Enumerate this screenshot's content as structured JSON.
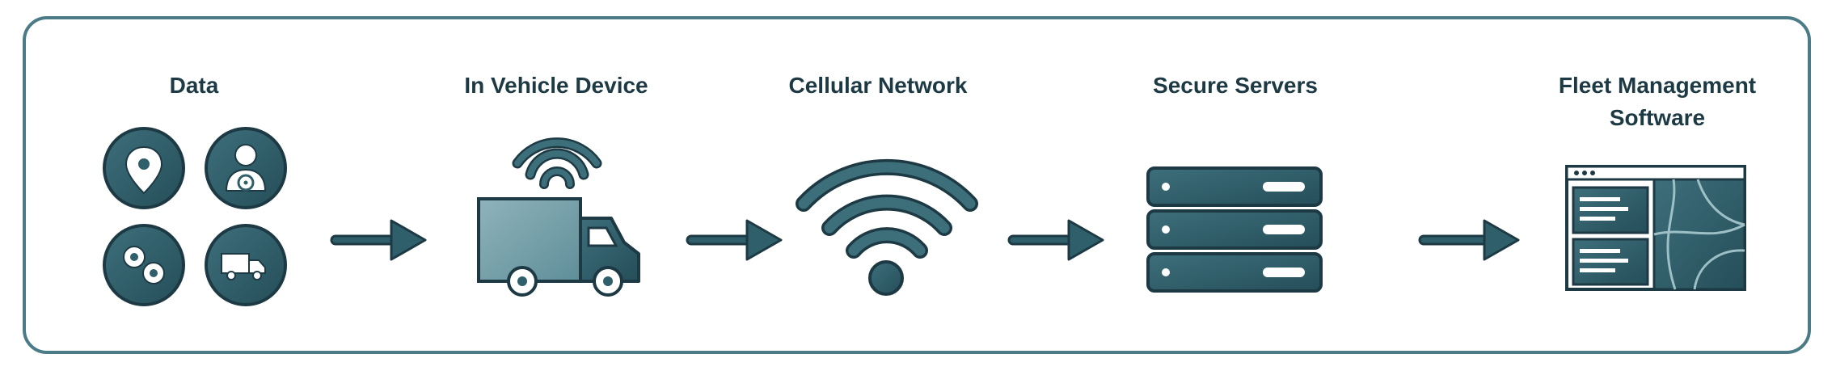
{
  "stages": [
    {
      "id": "data",
      "label": "Data",
      "icons": [
        "location-pin-icon",
        "driver-icon",
        "gears-icon",
        "truck-icon"
      ]
    },
    {
      "id": "device",
      "label": "In Vehicle Device",
      "icons": [
        "truck-icon",
        "wifi-signal-icon"
      ]
    },
    {
      "id": "network",
      "label": "Cellular Network",
      "icons": [
        "wifi-icon"
      ]
    },
    {
      "id": "servers",
      "label": "Secure Servers",
      "icons": [
        "server-rack-icon"
      ]
    },
    {
      "id": "fleet",
      "label": "Fleet Management\nSoftware",
      "icons": [
        "software-window-icon"
      ]
    }
  ],
  "colors": {
    "primary": "#2f5f6b",
    "outline": "#1d3a44",
    "light": "#6d9aa4",
    "frame": "#4a7b86"
  }
}
